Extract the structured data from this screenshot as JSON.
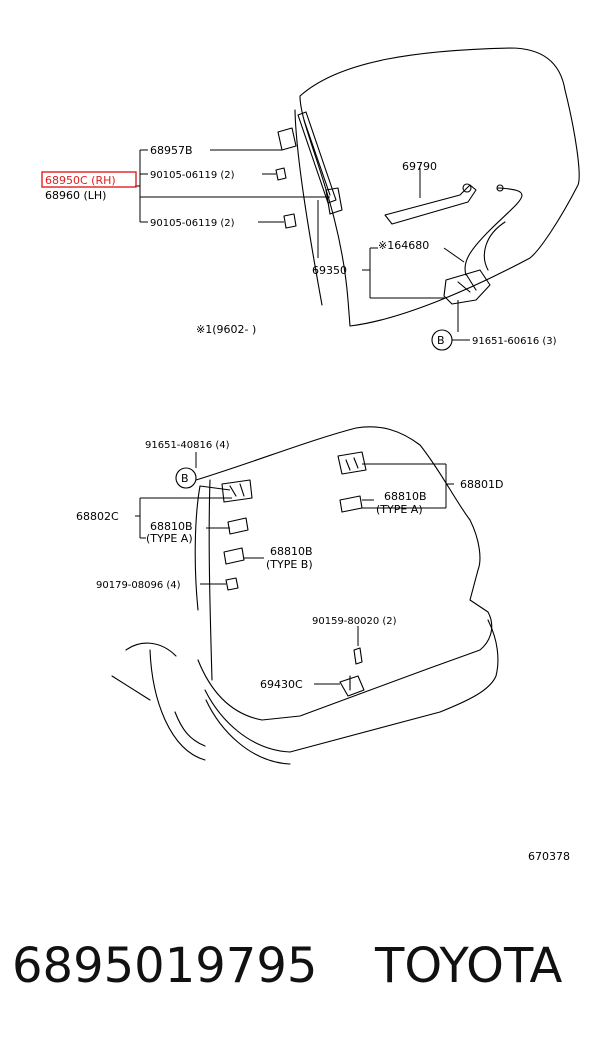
{
  "labels": {
    "p68957b": "68957B",
    "p68950c": "68950C (RH)",
    "p68960": "68960  (LH)",
    "bolt_upper": "90105-06119 (2)",
    "bolt_lower": "90105-06119 (2)",
    "p69790": "69790",
    "p164680": "※164680",
    "p69350": "69350",
    "note_9602": "※1(9602-     )",
    "circle_b1": "B",
    "p91651_60616": "91651-60616 (3)",
    "p91651_40816": "91651-40816 (4)",
    "circle_b2": "B",
    "p68802c": "68802C",
    "p68810b_1": "68810B",
    "type_a_1": "(TYPE  A)",
    "p68801d": "68801D",
    "p68810b_2": "68810B",
    "type_a_2": "(TYPE  A)",
    "p68810b_3": "68810B",
    "type_b": "(TYPE  B)",
    "p90179_08096": "90179-08096 (4)",
    "p90159_80020": "90159-80020 (2)",
    "p69430c": "69430C",
    "diagram_id": "670378"
  },
  "footer": {
    "part_number": "6895019795",
    "brand": "TOYOTA"
  },
  "colors": {
    "highlight": "#e02020",
    "line": "#000000"
  }
}
